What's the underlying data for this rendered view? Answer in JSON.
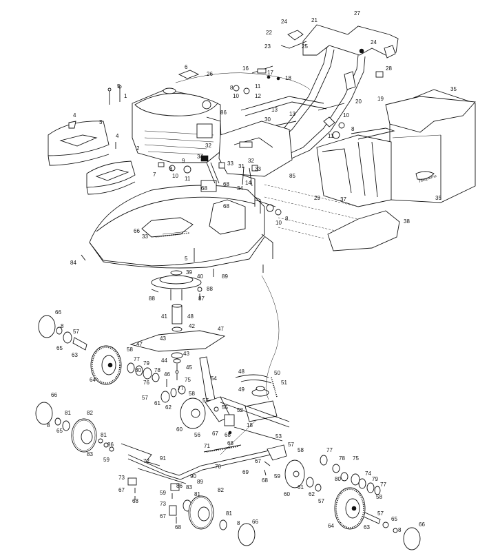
{
  "diagram": {
    "labels": {
      "engine_cover_4a": "4",
      "engine_cover_3": "3",
      "engine_cover_4b": "4",
      "engine_cover_2": "2",
      "bolt_5": "5",
      "bolt_1": "1",
      "plate_6": "6",
      "cable_26": "26",
      "bolt_7": "7",
      "nut_8a": "8",
      "panel_9": "9",
      "knob_10a": "10",
      "knob_11a": "11",
      "clip_68a": "68",
      "bracket_34a": "34",
      "bracket_32a": "32",
      "engine_86a": "86",
      "grip_22": "22",
      "cap_24a": "24",
      "handle_21": "21",
      "handle_27": "27",
      "cap_24b": "24",
      "spring_25": "25",
      "grip_23": "23",
      "lever_16": "16",
      "pin_17": "17",
      "pin_18": "18",
      "lever_28": "28",
      "nut_8b": "8",
      "knob_10b": "10",
      "knob_11b": "11",
      "bar_12": "12",
      "bar_13a": "13",
      "bar_13b": "13",
      "washer_19": "19",
      "washer_20": "20",
      "knob_10c": "10",
      "nut_8c": "8",
      "knob_11c": "11",
      "bag_top_35": "35",
      "frame_30": "30",
      "clamp_33a": "33",
      "clamp_31": "31",
      "bracket_32b": "32",
      "clamp_33b": "33",
      "bracket_85": "85",
      "bag_37": "37",
      "bag_35": "35",
      "rod_29": "29",
      "latch_14": "14",
      "bracket_34b": "34",
      "clip_68b": "68",
      "clip_68c": "68",
      "knob_10d": "10",
      "nut_8d": "8",
      "deflector_38": "38",
      "spring_33c": "33",
      "hinge_66a": "66",
      "screw_84": "84",
      "bolt_5b": "5",
      "bolt_89": "89",
      "pulley_39": "39",
      "cover_40": "40",
      "washer_88a": "88",
      "washer_87": "87",
      "bolt_88b": "88",
      "adapter_41": "41",
      "bolt_48a": "48",
      "washer_42": "42",
      "blade_47a": "47",
      "blade_47b": "47",
      "key_43a": "43",
      "washer_44": "44",
      "key_43b": "43",
      "bolt_45": "45",
      "hubcap_66b": "66",
      "nut_8e": "8",
      "washer_57a": "57",
      "bearing_65a": "65",
      "axle_63a": "63",
      "wheel_58a": "58",
      "spacer_77a": "77",
      "spacer_79": "79",
      "washer_78": "78",
      "bolt_46": "46",
      "bolt_75": "75",
      "nut_80": "80",
      "wheel_64a": "64",
      "bearing_76": "76",
      "spacer_77b": "77",
      "washer_57b": "57",
      "washer_61a": "61",
      "washer_58b": "58",
      "washer_62a": "62",
      "cover_60a": "60",
      "lever_54": "54",
      "cable_48b": "48",
      "spring_50": "50",
      "spring_51": "51",
      "pulley_49": "49",
      "gearbox_52": "52",
      "washer_57c": "57",
      "bracket_55": "55",
      "screw_56": "56",
      "clip_67a": "67",
      "clip_68d": "68",
      "shaft_18": "18",
      "bracket_53": "53",
      "washer_57d": "57",
      "hubcap_66c": "66",
      "bolt_81a": "81",
      "wheel_82a": "82",
      "nut_8f": "8",
      "washer_65b": "65",
      "washer_81b": "81",
      "washer_86a": "86",
      "washer_83a": "83",
      "washer_59a": "59",
      "rod_72": "72",
      "rod_91": "91",
      "spring_71": "71",
      "clip_68e": "68",
      "rod_70": "70",
      "clip_69": "69",
      "clip_67b": "67",
      "clip_68f": "68",
      "washer_59b": "59",
      "wheel_58c": "58",
      "cover_60b": "60",
      "washer_61b": "61",
      "washer_62b": "62",
      "washer_57e": "57",
      "spacer_77c": "77",
      "washer_78b": "78",
      "bolt_75b": "75",
      "nut_80b": "80",
      "washer_74": "74",
      "washer_79b": "79",
      "washer_77d": "77",
      "washer_58d": "58",
      "bracket_73a": "73",
      "clip_67c": "67",
      "clip_68g": "68",
      "washer_90": "90",
      "washer_89b": "89",
      "washer_83b": "83",
      "washer_59c": "59",
      "washer_86b": "86",
      "bolt_81c": "81",
      "wheel_82b": "82",
      "bracket_73b": "73",
      "clip_67d": "67",
      "clip_68h": "68",
      "washer_81d": "81",
      "nut_8g": "8",
      "hubcap_66d": "66",
      "wheel_64b": "64",
      "axle_63b": "63",
      "washer_57f": "57",
      "washer_65c": "65",
      "nut_8h": "8",
      "hubcap_66e": "66"
    },
    "brand_mark": "Husqvarna"
  }
}
